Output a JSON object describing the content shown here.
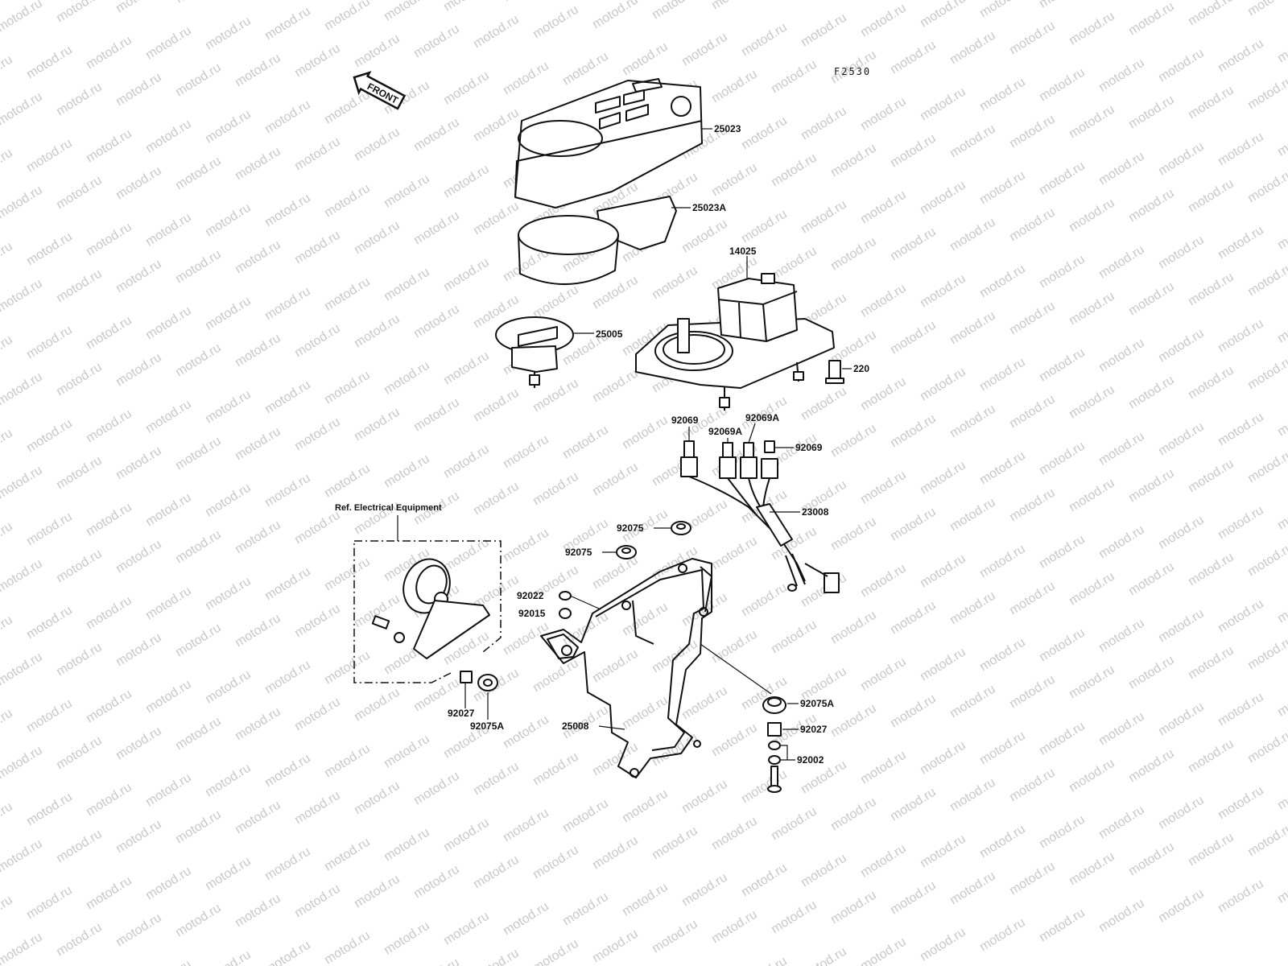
{
  "diagram": {
    "code": "F2530",
    "front_label": "FRONT",
    "watermark": "motod.ru",
    "ref_title": "Ref. Electrical Equipment",
    "parts": {
      "p25023": "25023",
      "p25023A": "25023A",
      "p14025": "14025",
      "p25005": "25005",
      "p220": "220",
      "p92069_a": "92069",
      "p92069A_a": "92069A",
      "p92069A_b": "92069A",
      "p92069_b": "92069",
      "p23008": "23008",
      "p92075_a": "92075",
      "p92075_b": "92075",
      "p92022": "92022",
      "p92015": "92015",
      "p92027_a": "92027",
      "p92075A_a": "92075A",
      "p25008": "25008",
      "p92075A_b": "92075A",
      "p92027_b": "92027",
      "p92002": "92002"
    }
  }
}
